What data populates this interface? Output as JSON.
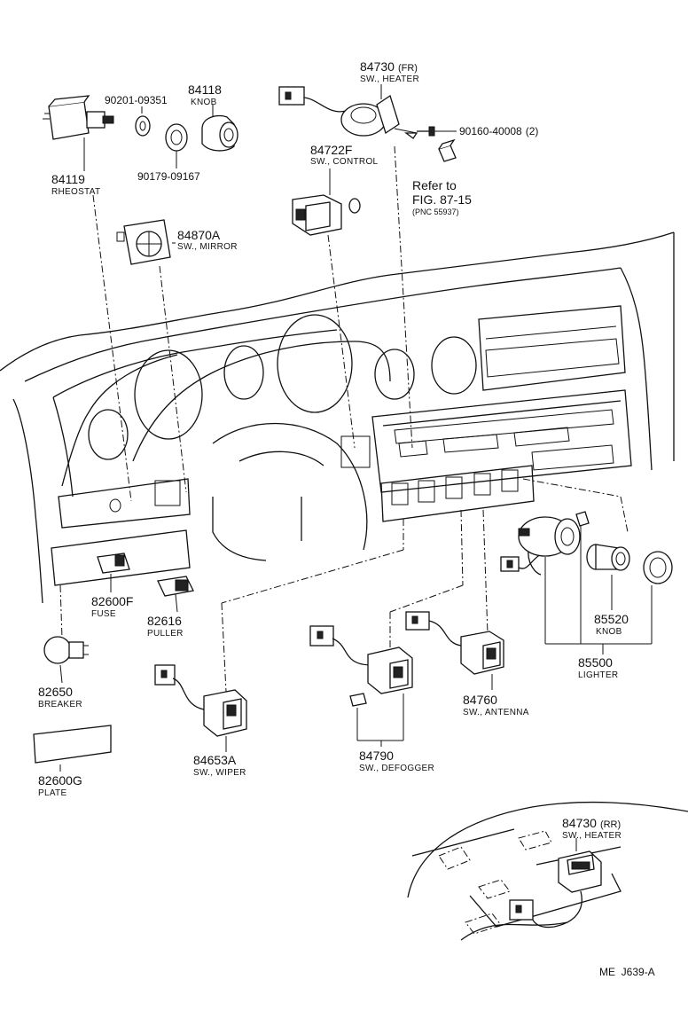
{
  "parts": [
    {
      "number": "84119",
      "description": "RHEOSTAT"
    },
    {
      "number": "90201-09351",
      "description": ""
    },
    {
      "number": "84118",
      "description": "KNOB"
    },
    {
      "number": "90179-09167",
      "description": ""
    },
    {
      "number": "84870A",
      "description": "SW., MIRROR"
    },
    {
      "number": "84730",
      "qualifier": "(FR)",
      "description": "SW., HEATER"
    },
    {
      "number": "90160-40008",
      "qualifier": "(2)",
      "description": ""
    },
    {
      "number": "84722F",
      "description": "SW., CONTROL"
    },
    {
      "number": "82600F",
      "description": "FUSE"
    },
    {
      "number": "82616",
      "description": "PULLER"
    },
    {
      "number": "82650",
      "description": "BREAKER"
    },
    {
      "number": "82600G",
      "description": "PLATE"
    },
    {
      "number": "84653A",
      "description": "SW., WIPER"
    },
    {
      "number": "84790",
      "description": "SW., DEFOGGER"
    },
    {
      "number": "84760",
      "description": "SW., ANTENNA"
    },
    {
      "number": "85520",
      "description": "KNOB"
    },
    {
      "number": "85500",
      "description": "LIGHTER"
    },
    {
      "number": "84730",
      "qualifier": "(RR)",
      "description": "SW., HEATER"
    }
  ],
  "reference": {
    "line1": "Refer to",
    "line2": "FIG. 87-15",
    "line3": "(PNC 55937)"
  },
  "figure_code": "ME  J639-A"
}
